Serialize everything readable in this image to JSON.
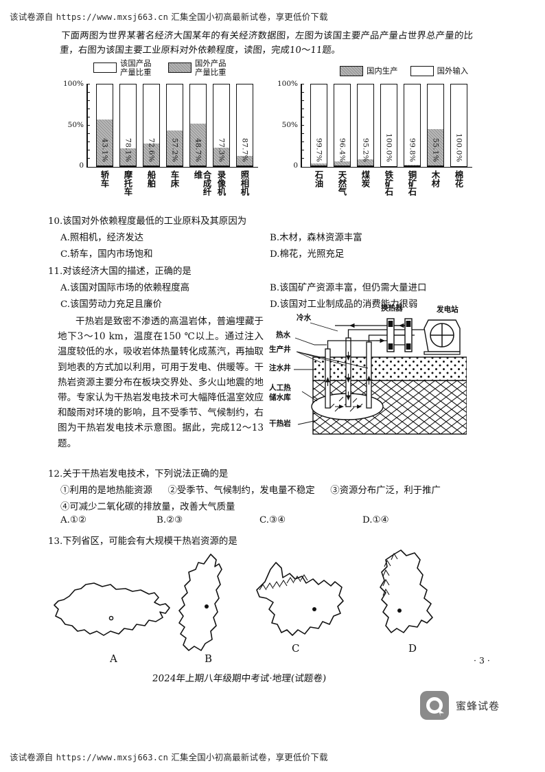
{
  "watermark": {
    "top_prefix": "该试卷源自 ",
    "url": "https://www.mxsj663.cn",
    "top_suffix": " 汇集全国小初高最新试卷，享更低价下载",
    "bottom_prefix": "该试卷源自 ",
    "bottom_suffix": " 汇集全国小初高最新试卷，享更低价下载"
  },
  "intro": {
    "text": "下面两图为世界某著名经济大国某年的有关经济数据图，左图为该国主要产品产量占世界总产量的比重，右图为该国主要工业原料对外依赖程度，读图，完成10～11题。"
  },
  "chart_data": [
    {
      "type": "bar",
      "id": "left-chart",
      "title": "",
      "legend": [
        {
          "label": "该国产品产量比重",
          "fill": "white"
        },
        {
          "label": "国外产品产量比重",
          "fill": "gray"
        }
      ],
      "legend_position": "top",
      "categories": [
        "轿车",
        "摩托车",
        "船舶",
        "车床",
        "合成纤维",
        "录像机",
        "照相机"
      ],
      "values": [
        43.1,
        78.1,
        72.6,
        57.2,
        48.7,
        77.3,
        87.7
      ],
      "value_labels": [
        "43.1%",
        "78.1%",
        "72.6%",
        "57.2%",
        "48.7%",
        "77.3%",
        "87.7%"
      ],
      "ylabel": "",
      "xlabel": "",
      "ylim": [
        0,
        100
      ],
      "ytick_labels": [
        "0",
        "50%",
        "100%"
      ],
      "ytick_values": [
        0,
        50,
        100
      ],
      "grid": false,
      "stacked": true
    },
    {
      "type": "bar",
      "id": "right-chart",
      "title": "",
      "legend": [
        {
          "label": "国内生产",
          "fill": "gray"
        },
        {
          "label": "国外输入",
          "fill": "white"
        }
      ],
      "legend_position": "top",
      "categories": [
        "石油",
        "天然气",
        "煤炭",
        "铁矿石",
        "铜矿石",
        "木材",
        "棉花"
      ],
      "values": [
        99.7,
        96.4,
        95.2,
        100.0,
        99.8,
        55.1,
        100.0
      ],
      "value_labels": [
        "99.7%",
        "96.4%",
        "95.2%",
        "100.0%",
        "99.8%",
        "55.1%",
        "100.0%"
      ],
      "ylabel": "",
      "xlabel": "",
      "ylim": [
        0,
        100
      ],
      "ytick_labels": [
        "0",
        "50%",
        "100%"
      ],
      "ytick_values": [
        0,
        50,
        100
      ],
      "grid": false,
      "stacked": true
    }
  ],
  "questions": [
    {
      "number": "10.",
      "stem": "该国对外依赖程度最低的工业原料及其原因为",
      "options": [
        "A.照相机，经济发达",
        "B.木材，森林资源丰富",
        "C.轿车，国内市场饱和",
        "D.棉花，光照充足"
      ]
    },
    {
      "number": "11.",
      "stem": "对该经济大国的描述，正确的是",
      "options": [
        "A.该国对国际市场的依赖程度高",
        "B.该国矿产资源丰富，但仍需大量进口",
        "C.该国劳动力充足且廉价",
        "D.该国对工业制成品的消费能力很弱"
      ]
    },
    {
      "number": "12.",
      "stem": "关于干热岩发电技术，下列说法正确的是",
      "statements": [
        "①利用的是地热能资源",
        "②受季节、气候制约，发电量不稳定",
        "③资源分布广泛，利于推广",
        "④可减少二氧化碳的排放量，改善大气质量"
      ],
      "options": [
        "A.①②",
        "B.②③",
        "C.③④",
        "D.①④"
      ]
    },
    {
      "number": "13.",
      "stem": "下列省区，可能会有大规模干热岩资源的是",
      "options": [
        "A",
        "B",
        "C",
        "D"
      ]
    }
  ],
  "passage": {
    "text": "干热岩是致密不渗透的高温岩体，普遍埋藏于地下3～10 km，温度在150 ℃以上。通过注入温度较低的水，吸收岩体热量转化成蒸汽，再抽取到地表的方式加以利用，可用于发电、供暖等。干热岩资源主要分布在板块交界处、多火山地震的地带。专家认为干热岩发电技术可大幅降低温室效应和酸雨对环境的影响，且不受季节、气候制约，右图为干热岩发电技术示意图。据此，完成12～13题。"
  },
  "diagram": {
    "labels": [
      "冷水",
      "换热器",
      "发电站",
      "热水",
      "生产井",
      "注水井",
      "人工热储水库",
      "干热岩"
    ],
    "label_cold_water": "冷水",
    "label_heat_exchanger": "换热器",
    "label_power_station": "发电站",
    "label_hot_water": "热水",
    "label_production_well": "生产井",
    "label_injection_well": "注水井",
    "label_reservoir_line1": "人工热",
    "label_reservoir_line2": "储水库",
    "label_hdr": "干热岩"
  },
  "maps": {
    "labels": [
      "A",
      "B",
      "C",
      "D"
    ]
  },
  "footer": {
    "title": "2024年上期八年级期中考试·地理(试题卷)",
    "page_number": "· 3 ·",
    "brand": "蜜蜂试卷"
  }
}
